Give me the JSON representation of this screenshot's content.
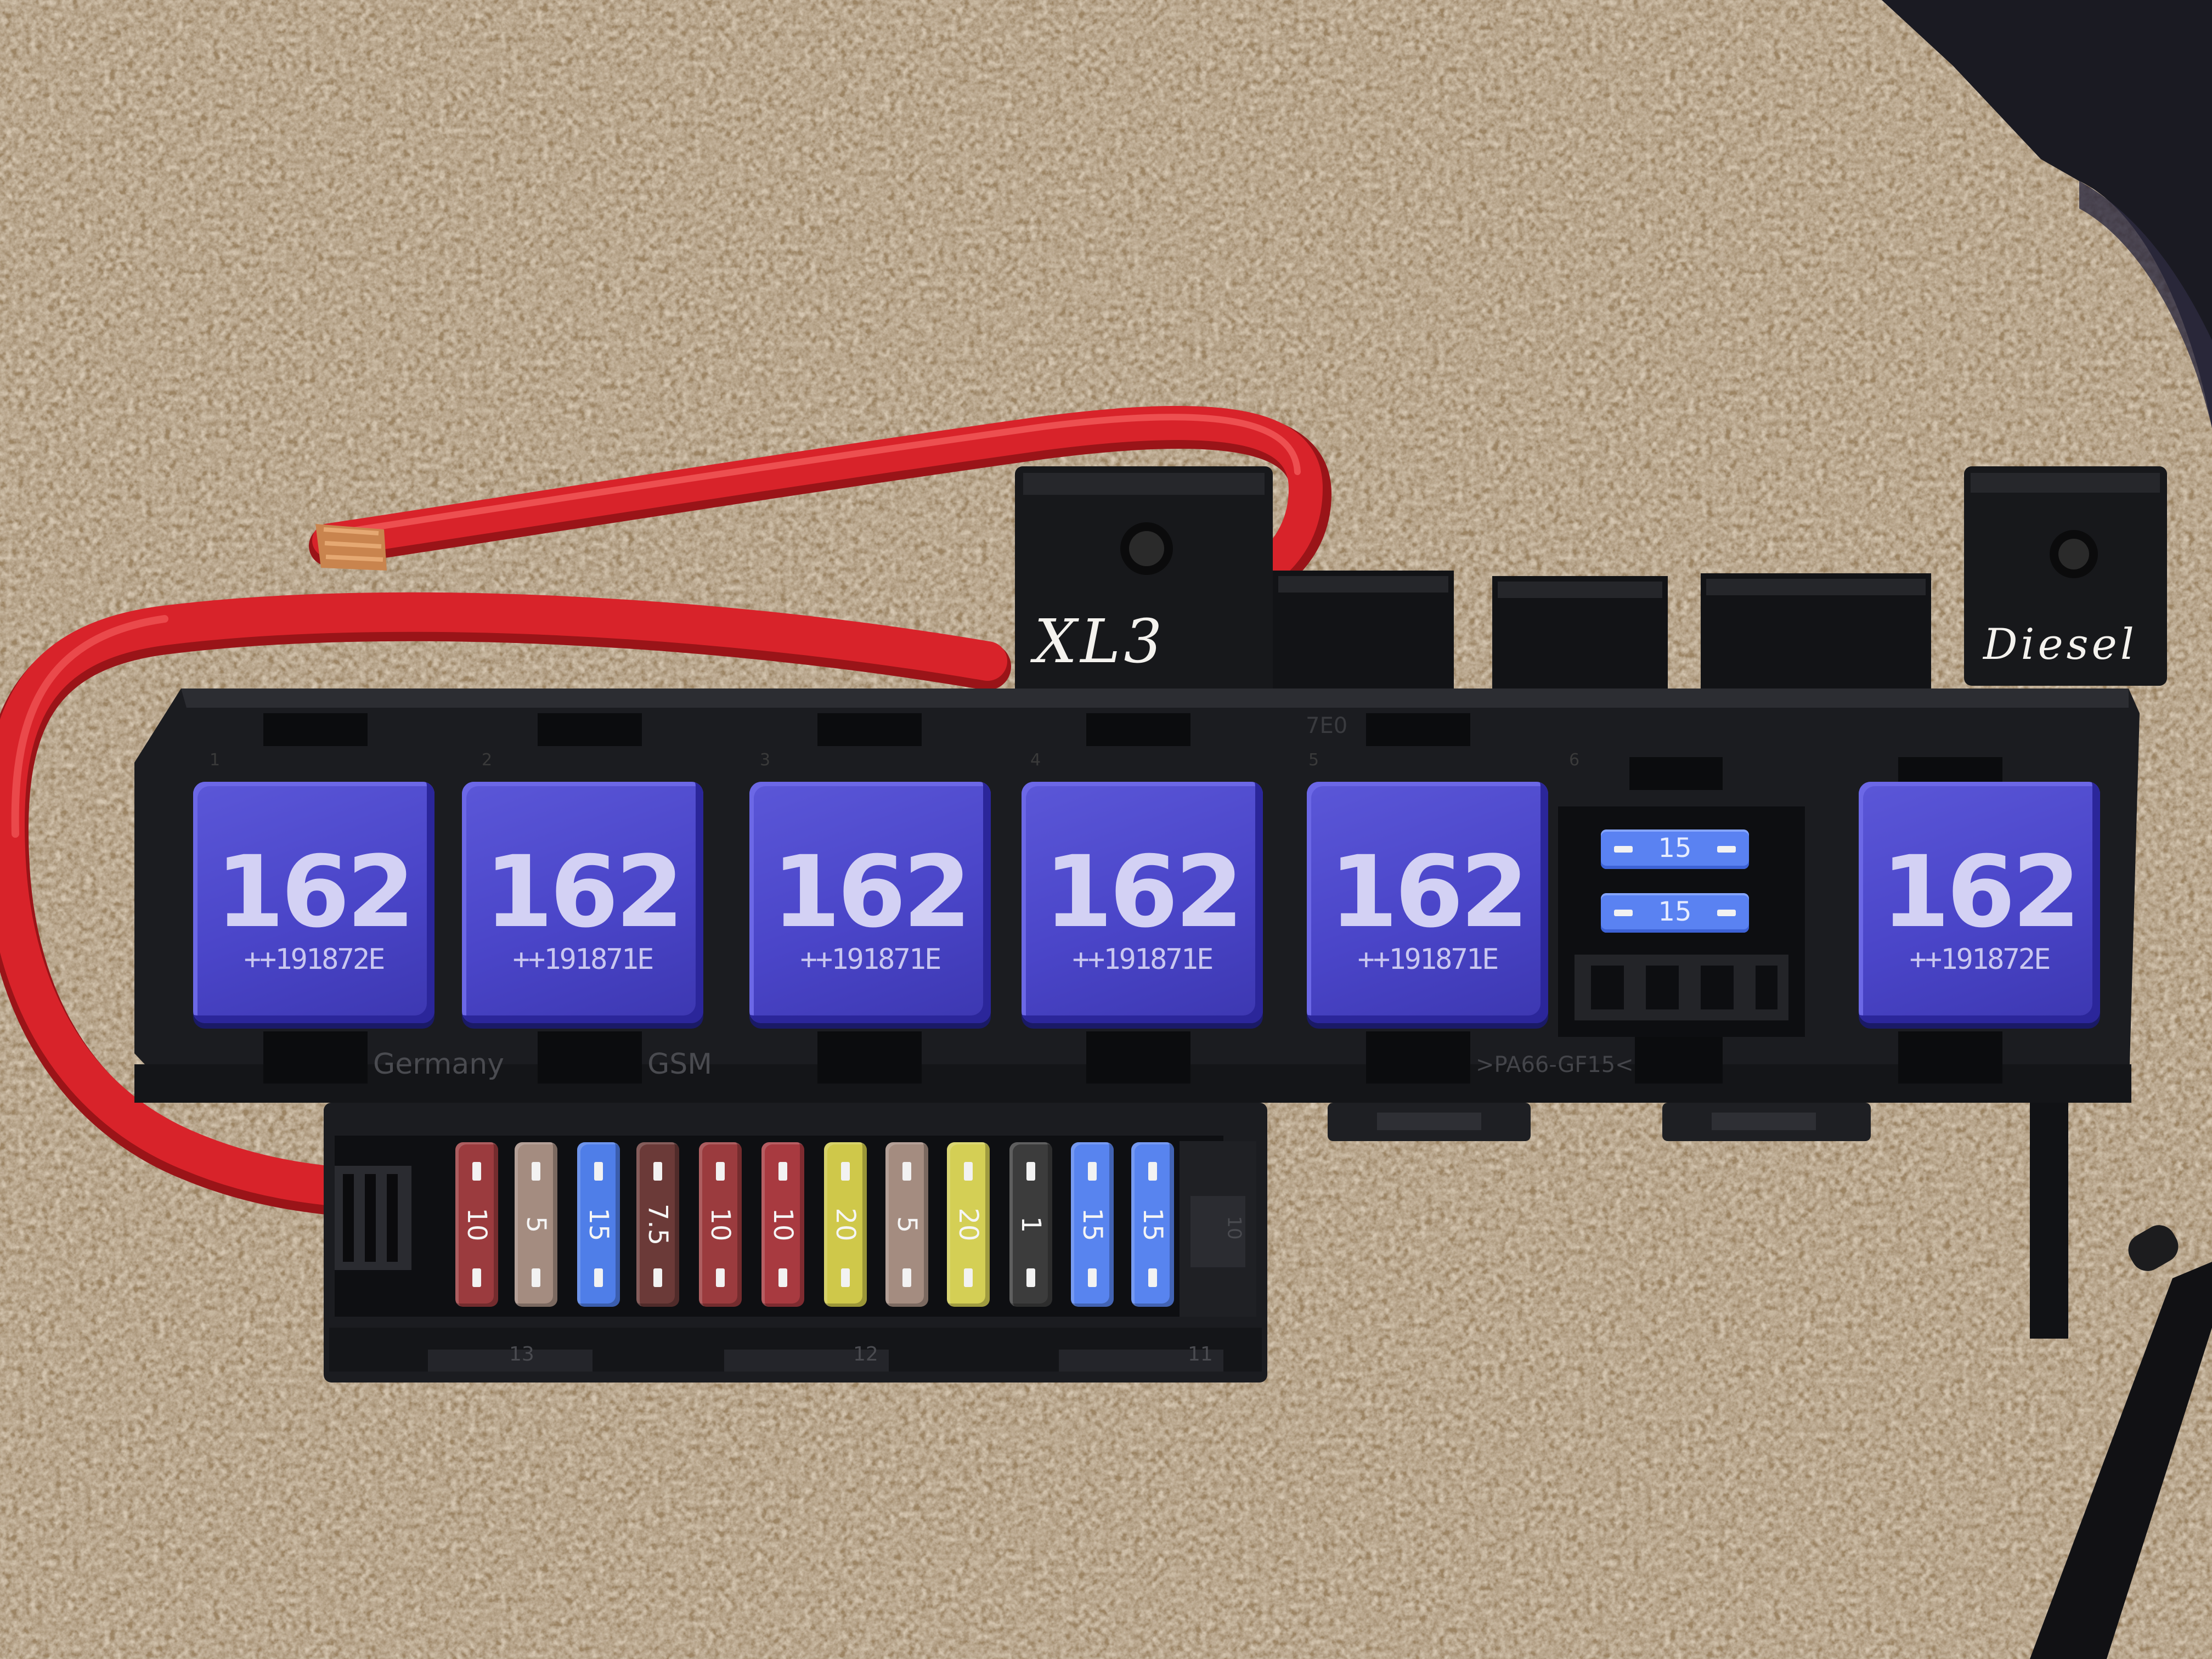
{
  "scene": {
    "background_color": "#9c8463",
    "wire_color": "#d8232a",
    "housing_color": "#1b1c20",
    "relay_color": "#4a45c8"
  },
  "handwritten": {
    "left_bracket": "XL3",
    "right_bracket": "Diesel"
  },
  "molded_text": {
    "country": "Germany",
    "maker": "GSM",
    "material": ">PA66-GF15<",
    "code": "7E0"
  },
  "relays": [
    {
      "slot": "1",
      "code": "162",
      "part": "++191872E"
    },
    {
      "slot": "2",
      "code": "162",
      "part": "++191871E"
    },
    {
      "slot": "3",
      "code": "162",
      "part": "++191871E"
    },
    {
      "slot": "4",
      "code": "162",
      "part": "++191871E"
    },
    {
      "slot": "5",
      "code": "162",
      "part": "++191871E"
    },
    {
      "slot": "",
      "code": "162",
      "part": "++191872E"
    }
  ],
  "mini_fuse_slot": "6",
  "mini_fuses": [
    {
      "amp": "15",
      "color": "#5a82f2"
    },
    {
      "amp": "15",
      "color": "#5a82f2"
    }
  ],
  "fuses": [
    {
      "amp": "10",
      "color": "#9b3b3e"
    },
    {
      "amp": "5",
      "color": "#a48c80"
    },
    {
      "amp": "15",
      "color": "#4f7ee8"
    },
    {
      "amp": "7.5",
      "color": "#6b3a38"
    },
    {
      "amp": "10",
      "color": "#9b3b3e"
    },
    {
      "amp": "10",
      "color": "#a83a40"
    },
    {
      "amp": "20",
      "color": "#cfc84a"
    },
    {
      "amp": "5",
      "color": "#a48c80"
    },
    {
      "amp": "20",
      "color": "#d4cf55"
    },
    {
      "amp": "1",
      "color": "#3c3c3c"
    },
    {
      "amp": "15",
      "color": "#5884ef"
    },
    {
      "amp": "15",
      "color": "#5884ef"
    }
  ],
  "fuse_block_numbers": {
    "side": "10",
    "bottom_left": "13",
    "bottom_mid": "12",
    "bottom_right": "11"
  }
}
